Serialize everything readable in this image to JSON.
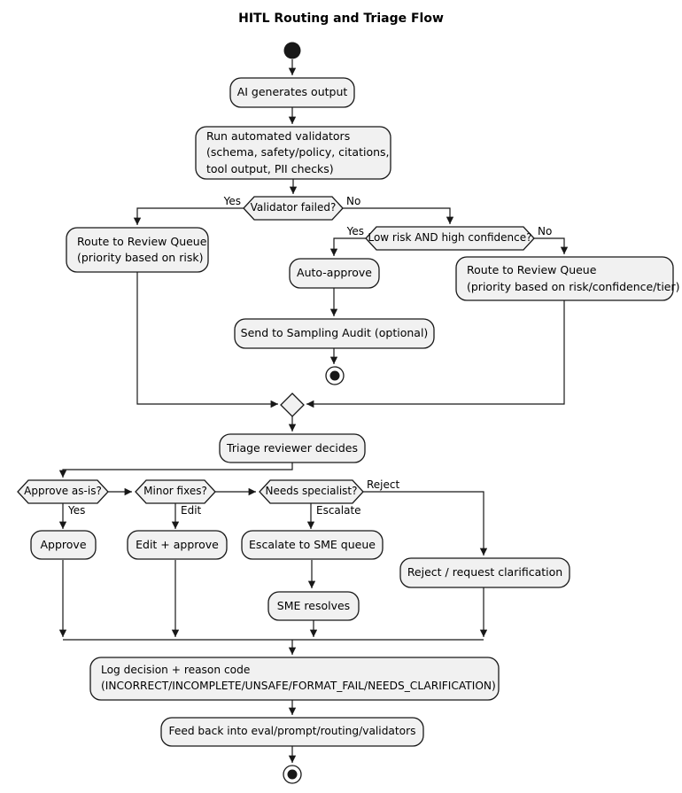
{
  "title": "HITL Routing and Triage Flow",
  "colors": {
    "node_fill": "#f1f1f1",
    "node_border": "#181818",
    "line": "#181818",
    "background": "#ffffff",
    "text": "#000000"
  },
  "nodes": {
    "ai_output": {
      "label": "AI generates output"
    },
    "run_validators": {
      "lines": [
        "Run automated validators",
        "(schema, safety/policy, citations,",
        "tool output, PII checks)"
      ]
    },
    "validator_failed": {
      "label": "Validator failed?"
    },
    "route_review_risk": {
      "lines": [
        "Route to Review Queue",
        "(priority based on risk)"
      ]
    },
    "low_risk_high_conf": {
      "label": "Low risk AND high confidence?"
    },
    "auto_approve": {
      "label": "Auto-approve"
    },
    "route_review_tier": {
      "lines": [
        "Route to Review Queue",
        "(priority based on risk/confidence/tier)"
      ]
    },
    "sampling_audit": {
      "label": "Send to Sampling Audit (optional)"
    },
    "triage_decides": {
      "label": "Triage reviewer decides"
    },
    "approve_as_is": {
      "label": "Approve as-is?"
    },
    "minor_fixes": {
      "label": "Minor fixes?"
    },
    "needs_specialist": {
      "label": "Needs specialist?"
    },
    "approve": {
      "label": "Approve"
    },
    "edit_approve": {
      "label": "Edit + approve"
    },
    "escalate_sme": {
      "label": "Escalate to SME queue"
    },
    "reject_clarify": {
      "label": "Reject / request clarification"
    },
    "sme_resolves": {
      "label": "SME resolves"
    },
    "log_decision": {
      "lines": [
        "Log decision + reason code",
        "(INCORRECT/INCOMPLETE/UNSAFE/FORMAT_FAIL/NEEDS_CLARIFICATION)"
      ]
    },
    "feedback": {
      "label": "Feed back into eval/prompt/routing/validators"
    }
  },
  "edge_labels": {
    "validator_yes": "Yes",
    "validator_no": "No",
    "lowrisk_yes": "Yes",
    "lowrisk_no": "No",
    "approve_yes": "Yes",
    "minor_edit": "Edit",
    "needs_escalate": "Escalate",
    "needs_reject": "Reject"
  }
}
